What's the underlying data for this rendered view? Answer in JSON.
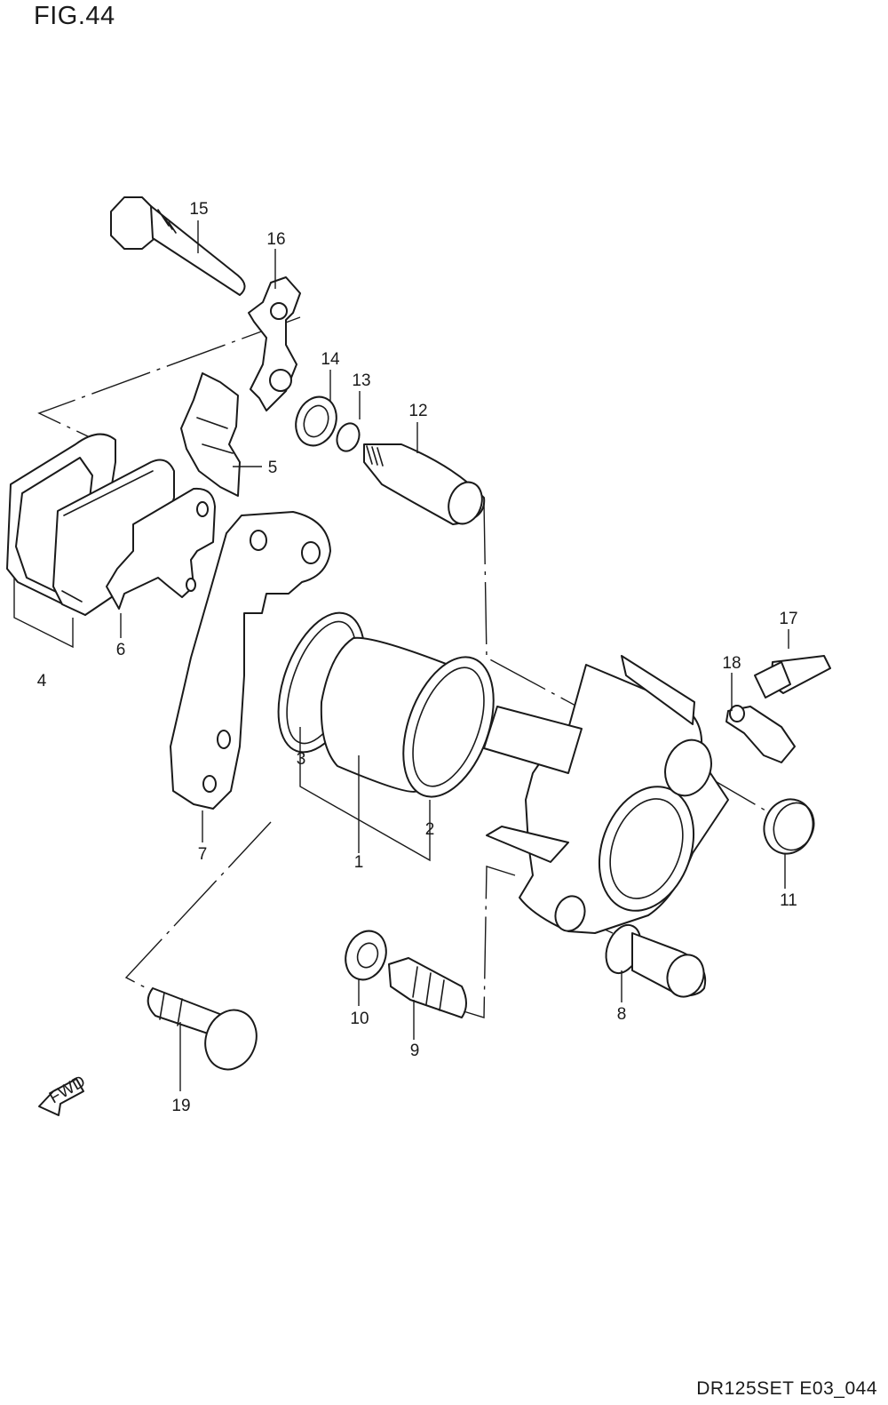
{
  "figure": {
    "title": "FIG.44",
    "code": "DR125SET E03_044"
  },
  "fwd_label": "FWD",
  "callouts": [
    {
      "id": "1",
      "label": "1"
    },
    {
      "id": "2",
      "label": "2"
    },
    {
      "id": "3",
      "label": "3"
    },
    {
      "id": "4",
      "label": "4"
    },
    {
      "id": "5",
      "label": "5"
    },
    {
      "id": "6",
      "label": "6"
    },
    {
      "id": "7",
      "label": "7"
    },
    {
      "id": "8",
      "label": "8"
    },
    {
      "id": "9",
      "label": "9"
    },
    {
      "id": "10",
      "label": "10"
    },
    {
      "id": "11",
      "label": "11"
    },
    {
      "id": "12",
      "label": "12"
    },
    {
      "id": "13",
      "label": "13"
    },
    {
      "id": "14",
      "label": "14"
    },
    {
      "id": "15",
      "label": "15"
    },
    {
      "id": "16",
      "label": "16"
    },
    {
      "id": "17",
      "label": "17"
    },
    {
      "id": "18",
      "label": "18"
    },
    {
      "id": "19",
      "label": "19"
    }
  ]
}
